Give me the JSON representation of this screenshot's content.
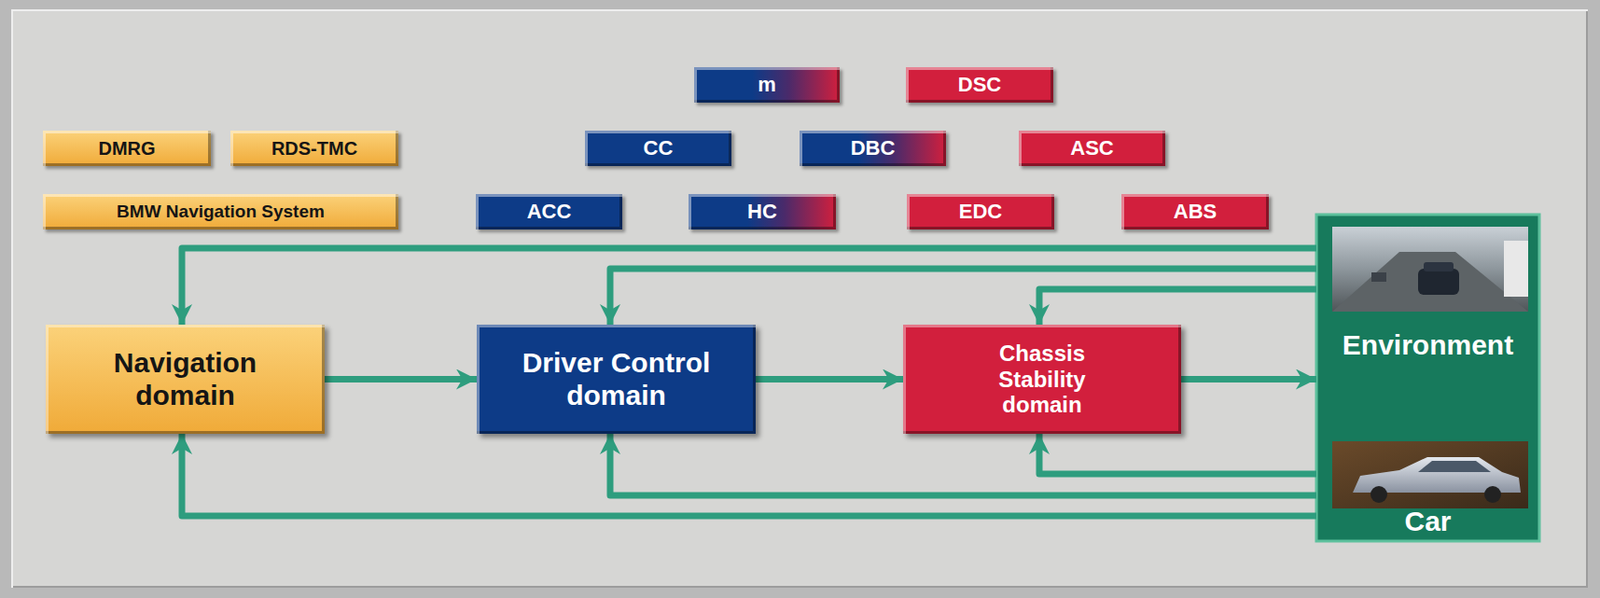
{
  "diagram": {
    "nodes": [
      {
        "text": [
          "m"
        ]
      },
      {
        "text": [
          "DSC"
        ]
      },
      {
        "text": [
          "DMRG"
        ]
      },
      {
        "text": [
          "RDS-TMC"
        ]
      },
      {
        "text": [
          "CC"
        ]
      },
      {
        "text": [
          "DBC"
        ]
      },
      {
        "text": [
          "ASC"
        ]
      },
      {
        "text": [
          "BMW Navigation System"
        ]
      },
      {
        "text": [
          "ACC"
        ]
      },
      {
        "text": [
          "HC"
        ]
      },
      {
        "text": [
          "EDC"
        ]
      },
      {
        "text": [
          "ABS"
        ]
      },
      {
        "text": [
          "Navigation domain"
        ]
      },
      {
        "text": [
          "Driver Control domain"
        ]
      },
      {
        "text": [
          "Chassis Stability domain"
        ]
      },
      {
        "text": [
          "Environment"
        ]
      },
      {
        "text": [
          "Car"
        ]
      }
    ],
    "edges": [
      {
        "from": 12,
        "to": 13,
        "arrow": "to"
      },
      {
        "from": 13,
        "to": 14,
        "arrow": "to"
      },
      {
        "from": 14,
        "to": 15,
        "arrow": "to"
      },
      {
        "from": 15,
        "to": 12,
        "arrow": "to"
      },
      {
        "from": 15,
        "to": 13,
        "arrow": "to"
      },
      {
        "from": 15,
        "to": 14,
        "arrow": "to"
      },
      {
        "from": 16,
        "to": 12,
        "arrow": "to"
      },
      {
        "from": 16,
        "to": 13,
        "arrow": "to"
      },
      {
        "from": 16,
        "to": 14,
        "arrow": "to"
      }
    ]
  }
}
